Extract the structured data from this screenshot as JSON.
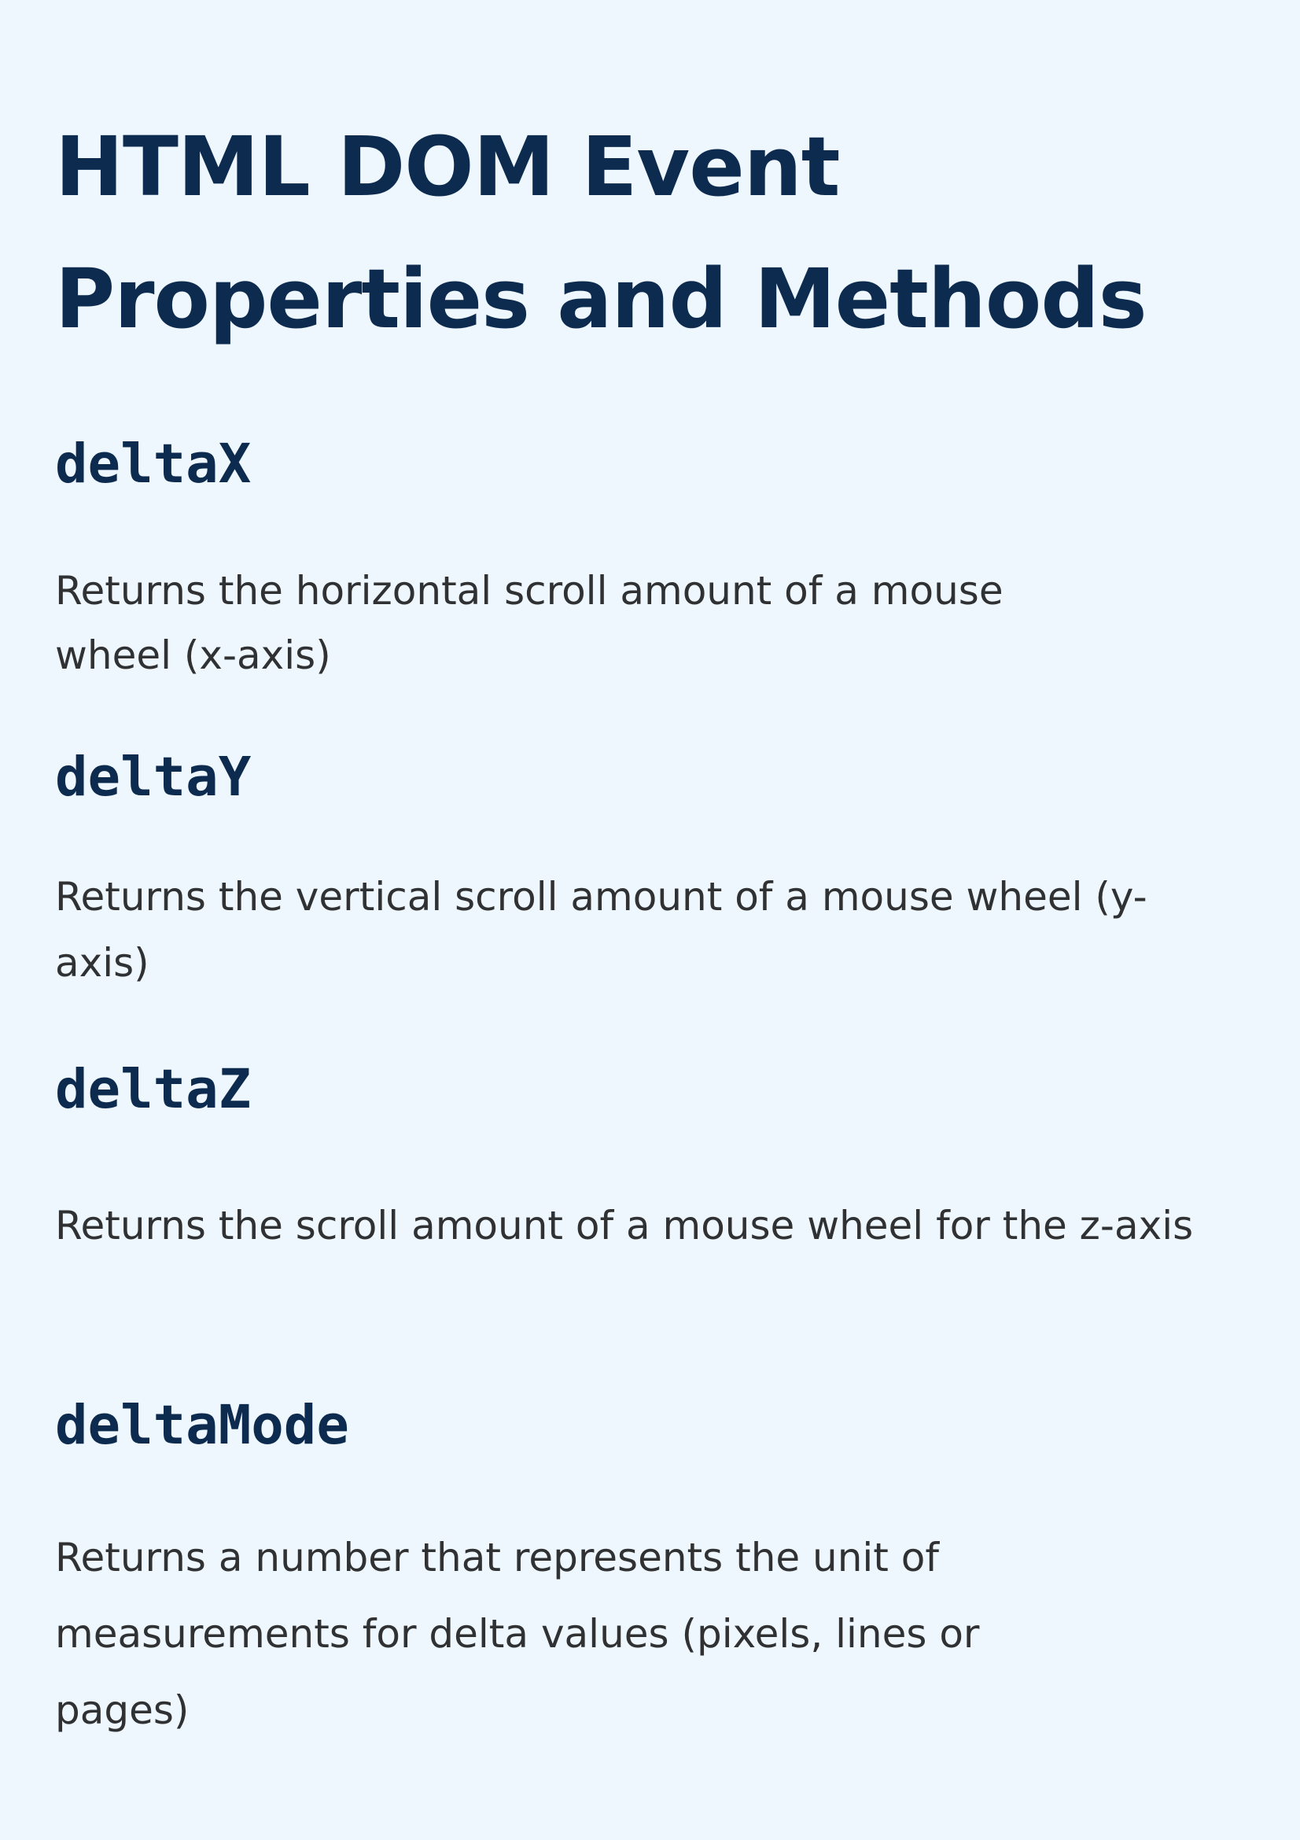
{
  "title": "HTML DOM Event Properties and Methods",
  "entries": [
    {
      "name": "deltaX",
      "description": "Returns the horizontal scroll amount of a mouse wheel (x-axis)"
    },
    {
      "name": "deltaY",
      "description": "Returns the vertical scroll amount of a mouse wheel (y-axis)"
    },
    {
      "name": "deltaZ",
      "description": "Returns the scroll amount of a mouse wheel for the z-axis"
    },
    {
      "name": "deltaMode",
      "description": "Returns a number that represents the unit of measurements for delta values (pixels, lines or pages)"
    }
  ],
  "colors": {
    "background": "#eef6fe",
    "heading": "#0d2b4e",
    "body_text": "#2f3133"
  }
}
